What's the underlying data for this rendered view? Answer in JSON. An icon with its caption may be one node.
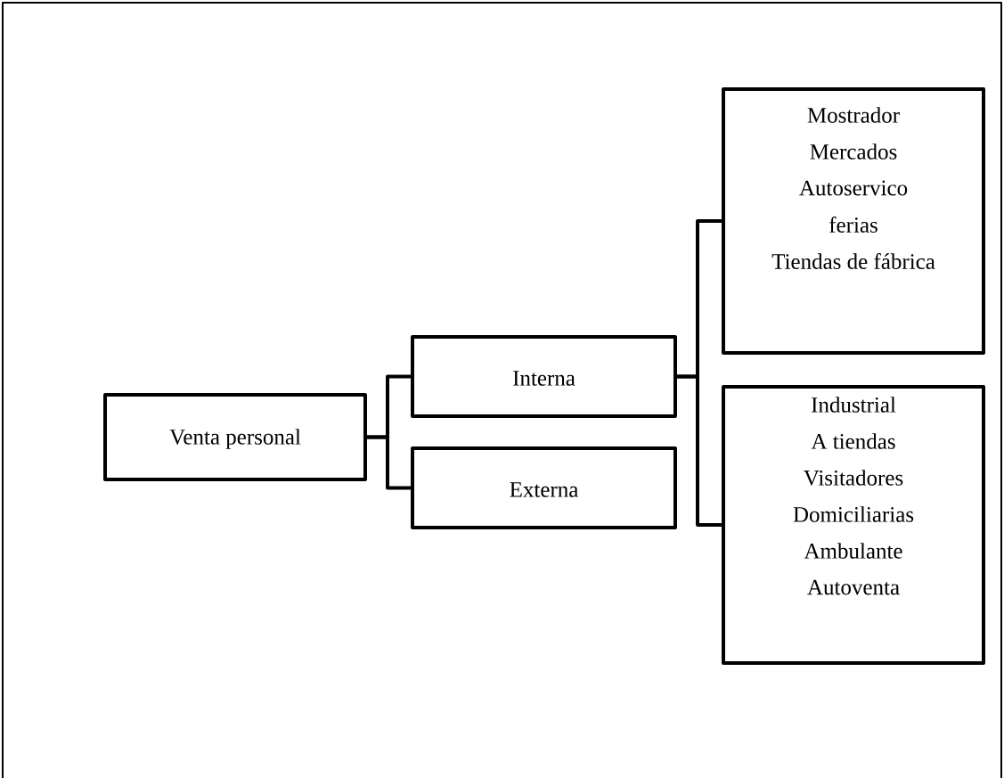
{
  "diagram": {
    "nodes": [
      {
        "text": [
          "Venta personal"
        ]
      },
      {
        "text": [
          "Interna"
        ]
      },
      {
        "text": [
          "Externa"
        ]
      },
      {
        "text": [
          "Mostrador",
          "Mercados",
          "Autoservico",
          "ferias",
          "Tiendas de fábrica"
        ]
      },
      {
        "text": [
          "Industrial",
          "A tiendas",
          "Visitadores",
          "Domiciliarias",
          "Ambulante",
          "Autoventa"
        ]
      }
    ],
    "edges": [
      {
        "from": 0,
        "to": 1,
        "arrow": "none"
      },
      {
        "from": 0,
        "to": 2,
        "arrow": "none"
      },
      {
        "from": 1,
        "to": 3,
        "arrow": "none"
      },
      {
        "from": 1,
        "to": 4,
        "arrow": "none"
      }
    ]
  }
}
